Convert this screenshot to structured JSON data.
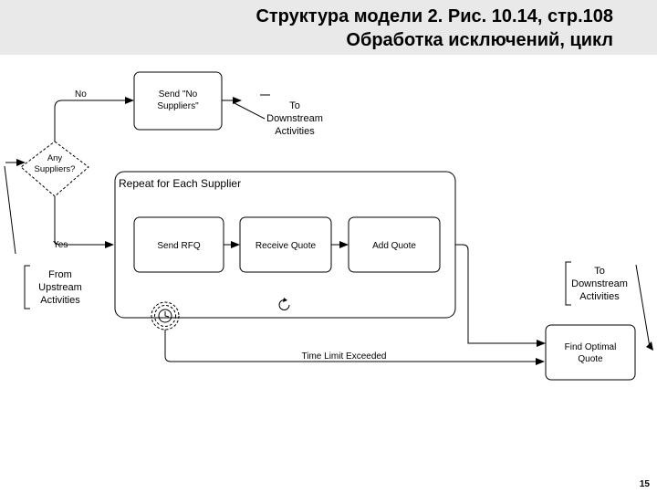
{
  "slide": {
    "title_line1": "Структура  модели 2. Рис. 10.14, стр.108",
    "title_line2": "Обработка исключений, цикл",
    "page_number": "15"
  },
  "diagram": {
    "gateway": {
      "line1": "Any",
      "line2": "Suppliers?"
    },
    "no_label": "No",
    "yes_label": "Yes",
    "send_no_suppliers": {
      "line1": "Send \"No",
      "line2": "Suppliers\""
    },
    "to_downstream_top": {
      "line1": "To",
      "line2": "Downstream",
      "line3": "Activities"
    },
    "from_upstream": {
      "line1": "From",
      "line2": "Upstream",
      "line3": "Activities"
    },
    "loop_label": "Repeat for Each Supplier",
    "send_rfq": "Send RFQ",
    "receive_quote": "Receive Quote",
    "add_quote": "Add Quote",
    "timer_exception": "Time Limit Exceeded",
    "to_downstream_right": {
      "line1": "To",
      "line2": "Downstream",
      "line3": "Activities"
    },
    "find_optimal_quote": {
      "line1": "Find Optimal",
      "line2": "Quote"
    }
  }
}
